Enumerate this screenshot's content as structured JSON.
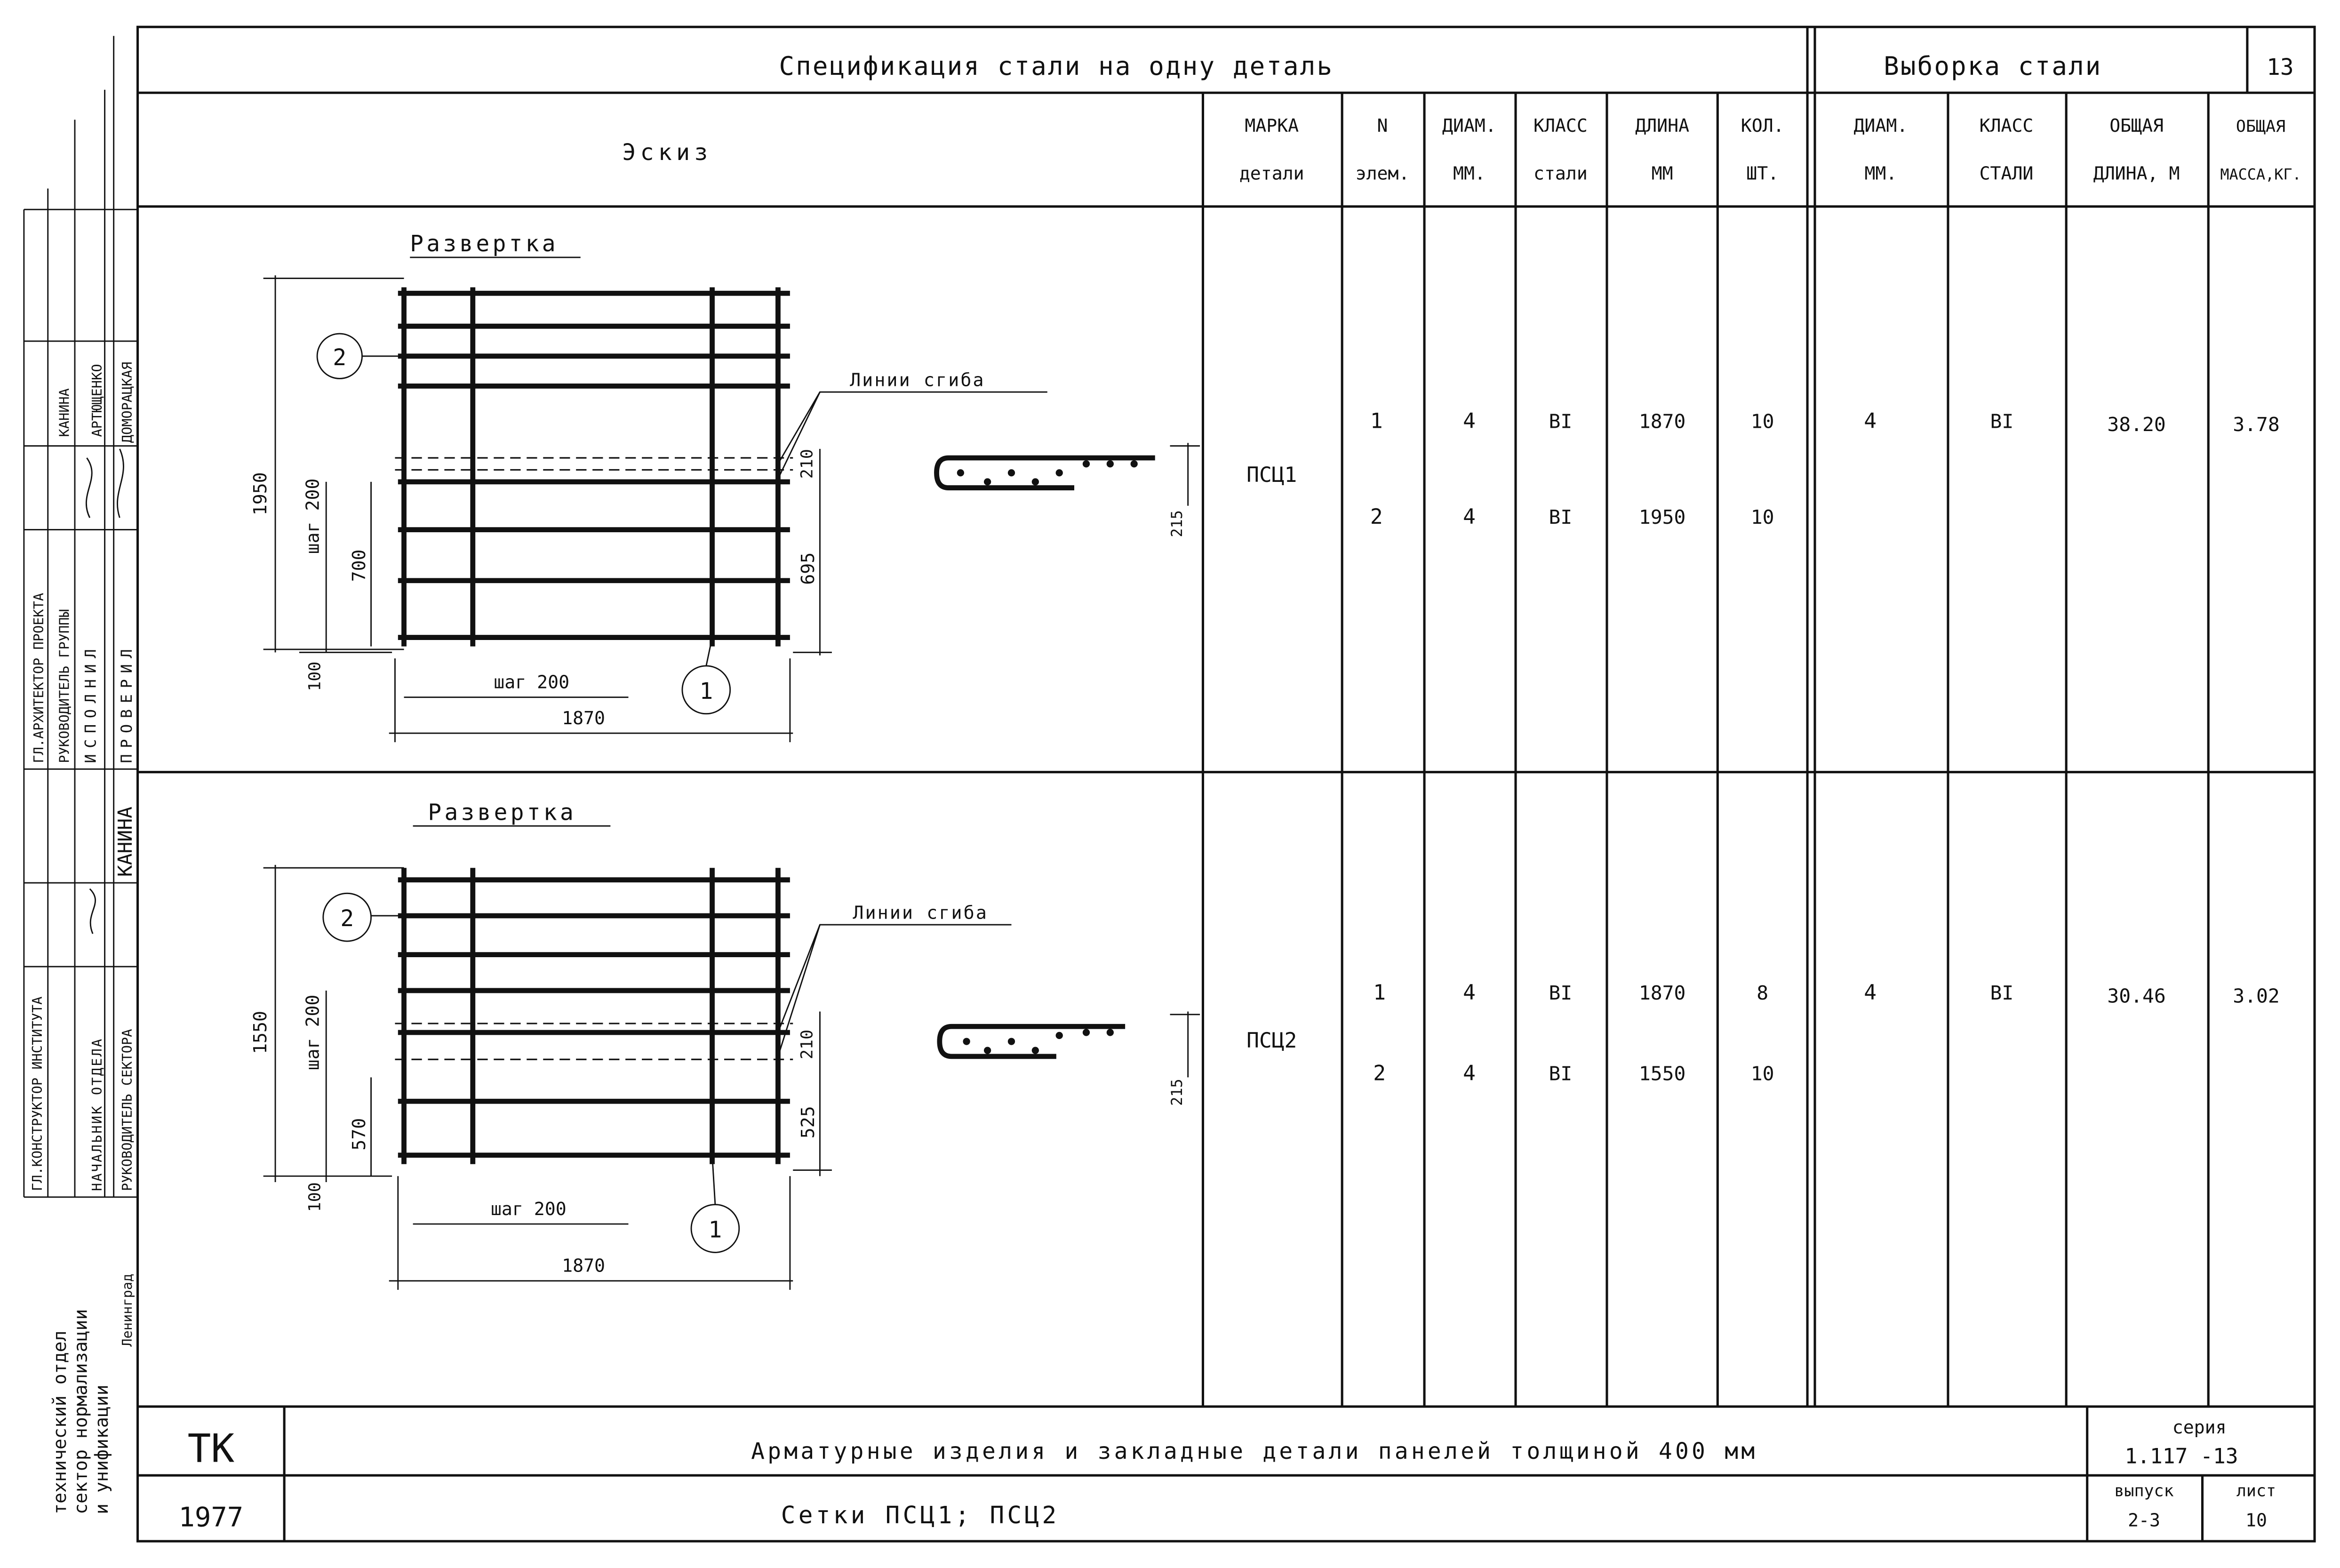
{
  "header": {
    "spec_title": "Спецификация стали на одну деталь",
    "sample_title": "Выборка стали",
    "page_number": "13"
  },
  "columns": {
    "sketch": "Эскиз",
    "mark": [
      "МАРКА",
      "детали"
    ],
    "elem": [
      "N",
      "элем."
    ],
    "diam": [
      "ДИАМ.",
      "ММ."
    ],
    "class": [
      "КЛАСС",
      "стали"
    ],
    "length": [
      "ДЛИНА",
      "ММ"
    ],
    "qty": [
      "КОЛ.",
      "ШТ."
    ],
    "s_diam": [
      "ДИАМ.",
      "ММ."
    ],
    "s_class": [
      "КЛАСС",
      "СТАЛИ"
    ],
    "s_length": [
      "ОБЩАЯ",
      "ДЛИНА, М"
    ],
    "s_mass": [
      "ОБЩАЯ",
      "МАССА,КГ."
    ]
  },
  "rows": [
    {
      "mark": "ПСЦ1",
      "elements": [
        {
          "n": "1",
          "diam": "4",
          "class": "BI",
          "length": "1870",
          "qty": "10"
        },
        {
          "n": "2",
          "diam": "4",
          "class": "BI",
          "length": "1950",
          "qty": "10"
        }
      ],
      "sample": {
        "diam": "4",
        "class": "BI",
        "length": "38.20",
        "mass": "3.78"
      },
      "sketch": {
        "title": "Развертка",
        "bend_label": "Линии сгиба",
        "height": "1950",
        "step_v": "шаг 200",
        "part": "700",
        "edge": "100",
        "step_h": "шаг 200",
        "width": "1870",
        "bend_gap": "210",
        "right_dim": "695",
        "section_dim": "215",
        "callout_a": "2",
        "callout_b": "1"
      }
    },
    {
      "mark": "ПСЦ2",
      "elements": [
        {
          "n": "1",
          "diam": "4",
          "class": "BI",
          "length": "1870",
          "qty": "8"
        },
        {
          "n": "2",
          "diam": "4",
          "class": "BI",
          "length": "1550",
          "qty": "10"
        }
      ],
      "sample": {
        "diam": "4",
        "class": "BI",
        "length": "30.46",
        "mass": "3.02"
      },
      "sketch": {
        "title": "Развертка",
        "bend_label": "Линии сгиба",
        "height": "1550",
        "step_v": "шаг 200",
        "part": "570",
        "edge": "100",
        "step_h": "шаг 200",
        "width": "1870",
        "bend_gap": "210",
        "right_dim": "525",
        "section_dim": "215",
        "callout_a": "2",
        "callout_b": "1"
      }
    }
  ],
  "stamp": {
    "code": "ТК",
    "year": "1977",
    "title": "Арматурные изделия и закладные детали панелей толщиной 400 мм",
    "subtitle": "Сетки ПСЦ1; ПСЦ2",
    "series_label": "серия",
    "series": "1.117 -13",
    "issue_label": "выпуск",
    "issue": "2-3",
    "sheet_label": "лист",
    "sheet": "10"
  },
  "side_stamp": {
    "roles": [
      "ГЛ.АРХИТЕКТОР ПРОЕКТА",
      "РУКОВОДИТЕЛЬ ГРУППЫ",
      "ИСПОЛНИЛ",
      "ПРОВЕРИЛ",
      "ГЛ.КОНСТРУКТОР ИНСТИТУТА",
      "НАЧАЛЬНИК ОТДЕЛА",
      "РУКОВОДИТЕЛЬ СЕКТОРА"
    ],
    "names": [
      "КАНИНА",
      "АРТЮЩЕНКО",
      "ДОМОРАЦКАЯ",
      "КАНИНА"
    ],
    "organization": [
      "технический отдел",
      "сектор нормализации",
      "и унификации",
      "Ленинград"
    ]
  }
}
